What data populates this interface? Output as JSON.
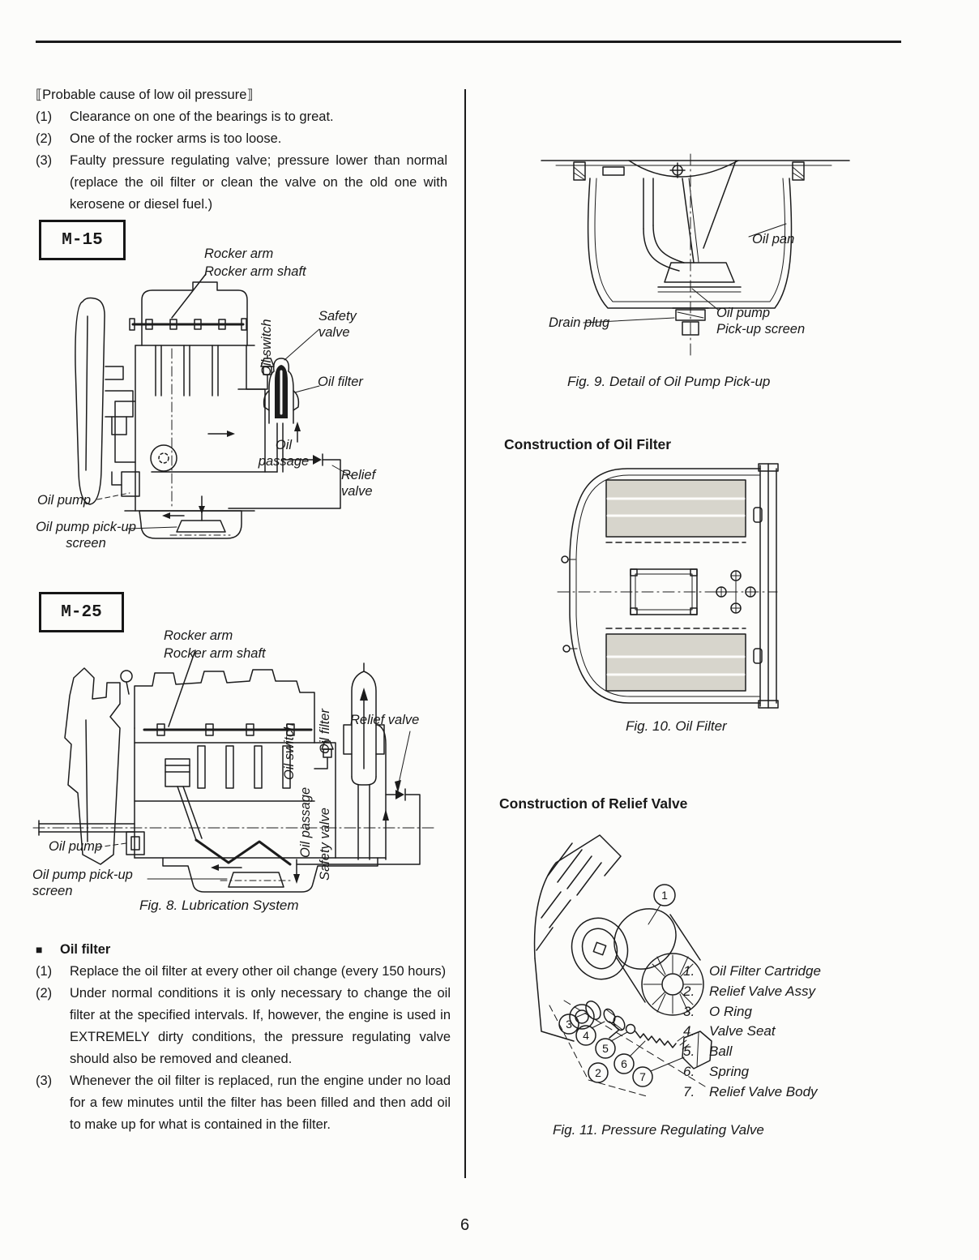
{
  "page_number": "6",
  "left": {
    "causes": {
      "bracket_open": "⟦",
      "heading": "Probable cause of low oil pressure",
      "bracket_close": "⟧",
      "items": [
        {
          "num": "(1)",
          "text": "Clearance on one of the bearings is to great."
        },
        {
          "num": "(2)",
          "text": "One of the rocker arms is too loose."
        },
        {
          "num": "(3)",
          "text": "Faulty pressure regulating valve; pressure lower than normal (replace the oil filter or clean the valve on the old one with kerosene or diesel fuel.)"
        }
      ]
    },
    "m15": {
      "model": "M-15",
      "labels": {
        "rocker_arm": "Rocker arm",
        "rocker_arm_shaft": "Rocker arm shaft",
        "safety_valve": "Safety valve",
        "oil_switch": "Oil switch",
        "oil_filter": "Oil filter",
        "oil_passage": "Oil passage",
        "relief_valve": "Relief valve",
        "oil_pump": "Oil pump",
        "oil_pump_pickup": "Oil pump pick-up screen"
      }
    },
    "m25": {
      "model": "M-25",
      "labels": {
        "rocker_arm": "Rocker arm",
        "rocker_arm_shaft": "Rocker arm shaft",
        "oil_switch": "Oil switch",
        "oil_filter": "Oil filter",
        "relief_valve": "Relief valve",
        "oil_passage": "Oil passage",
        "safety_valve": "Safety valve",
        "oil_pump": "Oil pump",
        "oil_pump_pickup": "Oil pump pick-up screen"
      }
    },
    "fig8_caption": "Fig. 8. Lubrication System",
    "oil_filter_section": {
      "bullet": "■",
      "heading": "Oil filter",
      "items": [
        {
          "num": "(1)",
          "text": "Replace the oil filter at every other oil change (every 150 hours)"
        },
        {
          "num": "(2)",
          "text": "Under normal conditions it is only necessary to change the oil filter at the specified intervals. If, however, the engine is used in EXTREMELY dirty conditions, the pressure regulating valve should also be removed and cleaned."
        },
        {
          "num": "(3)",
          "text": "Whenever the oil filter is replaced, run the engine under no load for a few minutes until the filter has been filled and then add oil to make up for what is contained in the filter."
        }
      ]
    }
  },
  "right": {
    "fig9": {
      "labels": {
        "oil_pan": "Oil pan",
        "drain_plug": "Drain plug",
        "pickup_line1": "Oil pump",
        "pickup_line2": "Pick-up screen"
      },
      "caption": "Fig. 9. Detail of Oil Pump Pick-up"
    },
    "oil_filter_heading": "Construction of Oil Filter",
    "fig10_caption": "Fig. 10. Oil Filter",
    "relief_valve_heading": "Construction of Relief Valve",
    "fig11": {
      "callouts": [
        "1",
        "2",
        "3",
        "4",
        "5",
        "6",
        "7"
      ],
      "parts": [
        {
          "num": "1.",
          "name": "Oil Filter Cartridge"
        },
        {
          "num": "2.",
          "name": "Relief Valve Assy"
        },
        {
          "num": "3.",
          "name": "O Ring"
        },
        {
          "num": "4.",
          "name": "Valve Seat"
        },
        {
          "num": "5.",
          "name": "Ball"
        },
        {
          "num": "6.",
          "name": "Spring"
        },
        {
          "num": "7.",
          "name": "Relief Valve Body"
        }
      ],
      "caption": "Fig. 11. Pressure Regulating Valve"
    }
  }
}
